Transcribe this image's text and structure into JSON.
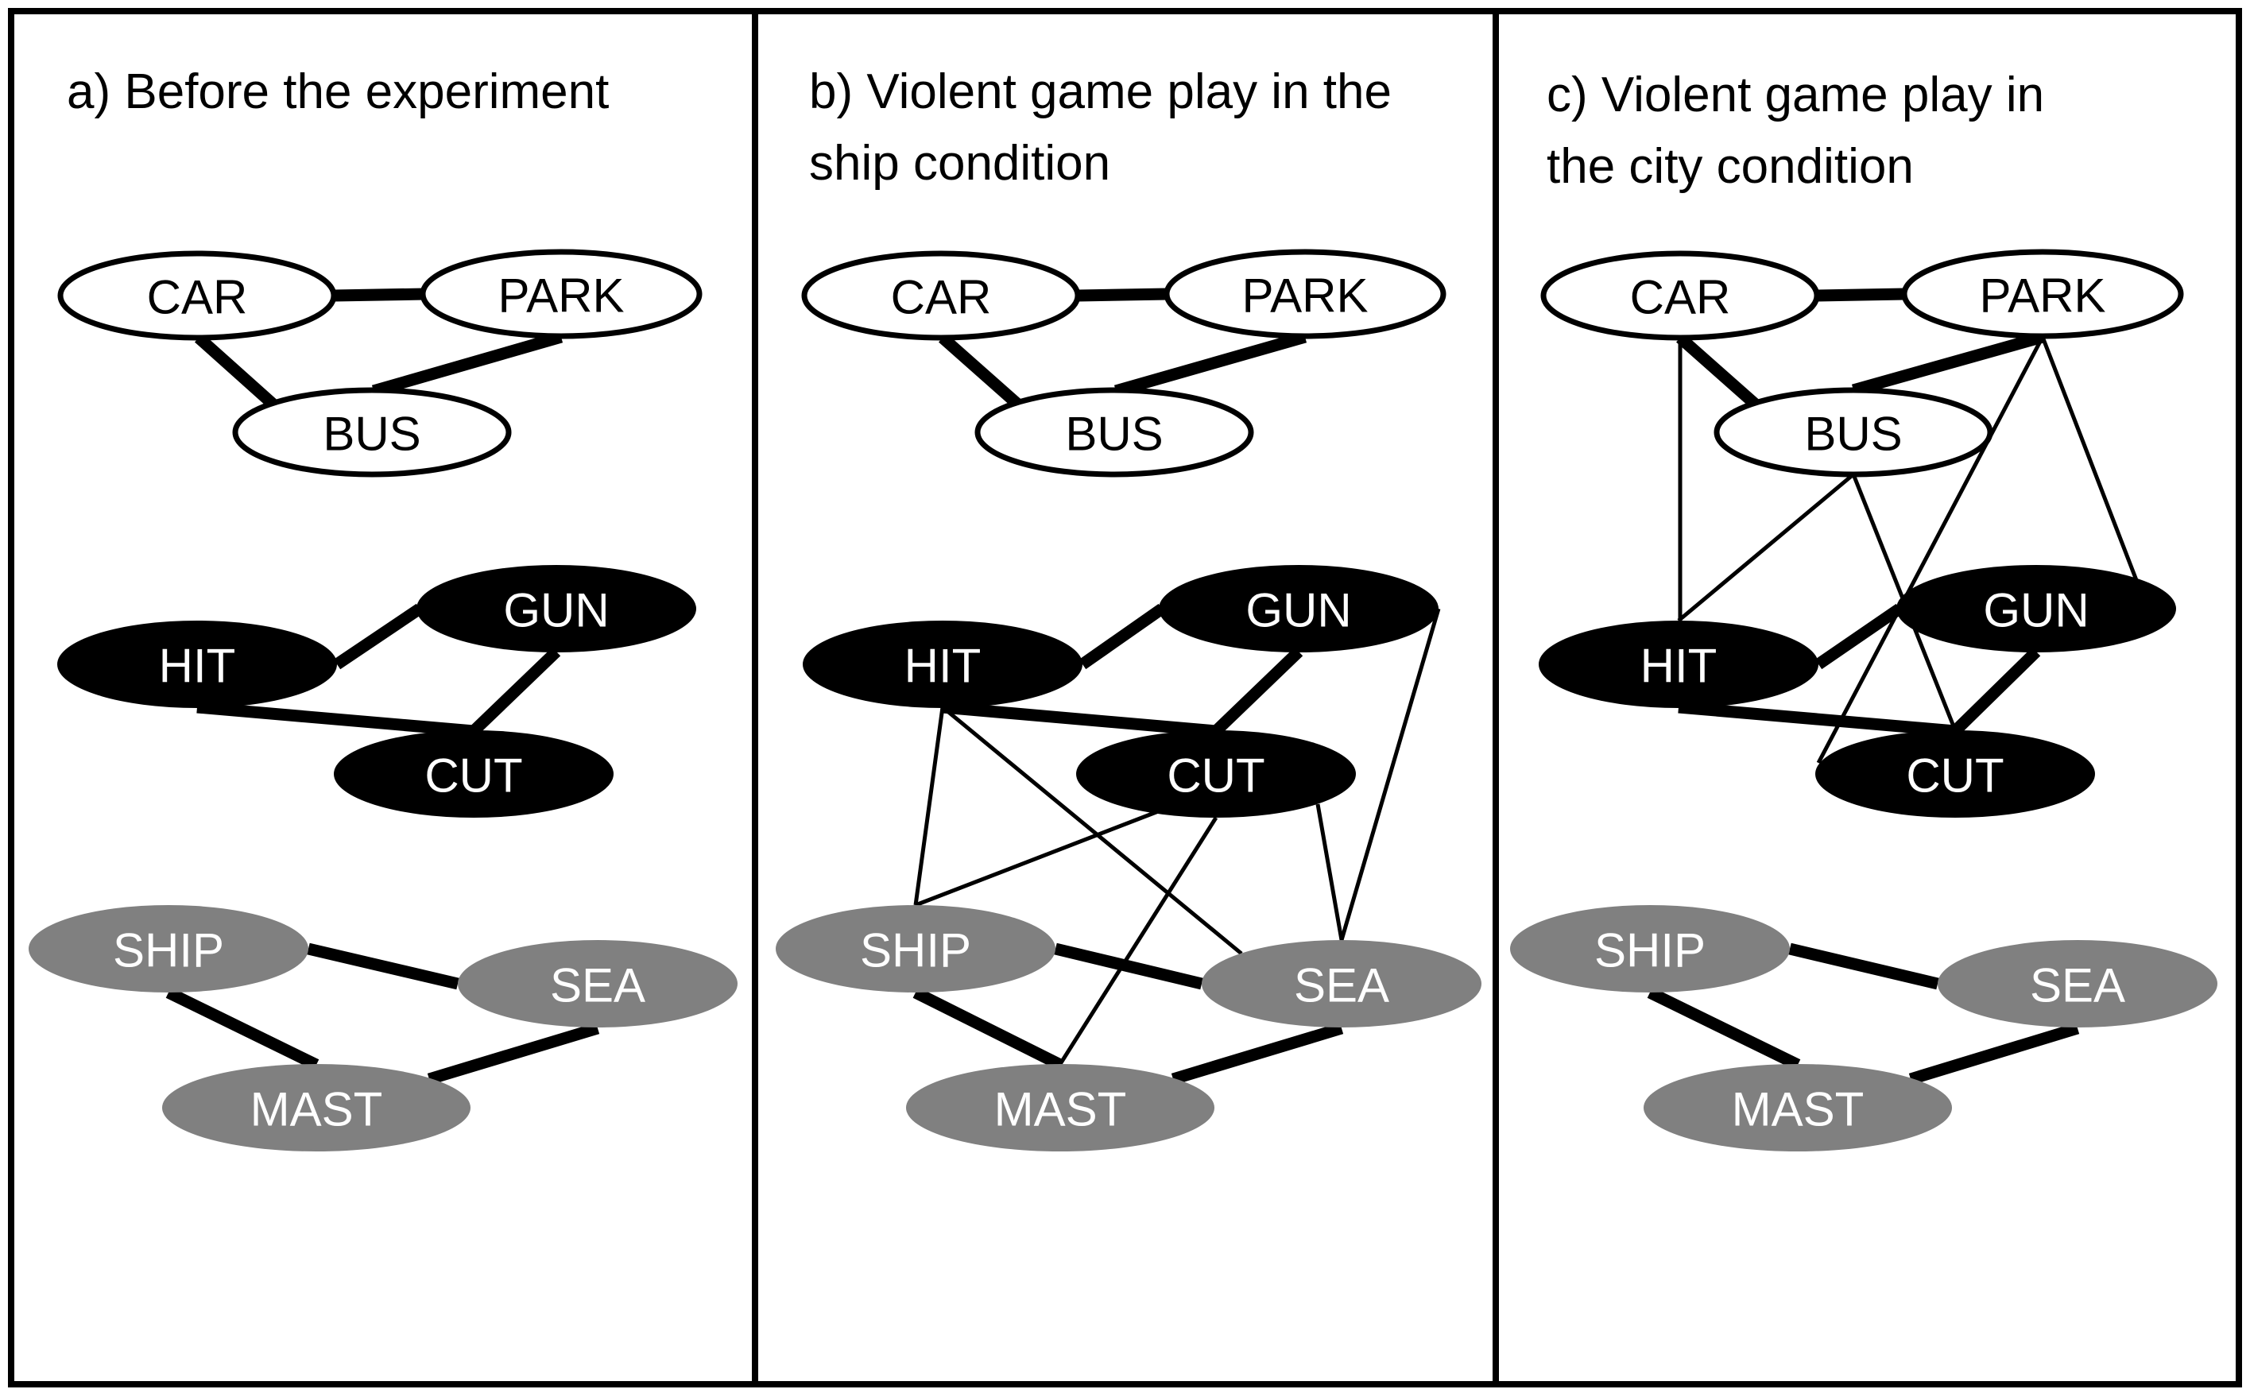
{
  "panels": [
    {
      "id": "a",
      "title_lines": [
        "a) Before the experiment"
      ],
      "nodes": [
        {
          "id": "CAR",
          "label": "CAR",
          "group": "neutral"
        },
        {
          "id": "PARK",
          "label": "PARK",
          "group": "neutral"
        },
        {
          "id": "BUS",
          "label": "BUS",
          "group": "neutral"
        },
        {
          "id": "HIT",
          "label": "HIT",
          "group": "violent"
        },
        {
          "id": "GUN",
          "label": "GUN",
          "group": "violent"
        },
        {
          "id": "CUT",
          "label": "CUT",
          "group": "violent"
        },
        {
          "id": "SHIP",
          "label": "SHIP",
          "group": "ship"
        },
        {
          "id": "SEA",
          "label": "SEA",
          "group": "ship"
        },
        {
          "id": "MAST",
          "label": "MAST",
          "group": "ship"
        }
      ],
      "edges": [
        {
          "from": "CAR",
          "to": "PARK",
          "strength": "strong"
        },
        {
          "from": "CAR",
          "to": "BUS",
          "strength": "strong"
        },
        {
          "from": "PARK",
          "to": "BUS",
          "strength": "strong"
        },
        {
          "from": "HIT",
          "to": "GUN",
          "strength": "strong"
        },
        {
          "from": "HIT",
          "to": "CUT",
          "strength": "strong"
        },
        {
          "from": "GUN",
          "to": "CUT",
          "strength": "strong"
        },
        {
          "from": "SHIP",
          "to": "SEA",
          "strength": "strong"
        },
        {
          "from": "SHIP",
          "to": "MAST",
          "strength": "strong"
        },
        {
          "from": "SEA",
          "to": "MAST",
          "strength": "strong"
        }
      ]
    },
    {
      "id": "b",
      "title_lines": [
        "b) Violent game play in the",
        "ship condition"
      ],
      "nodes": [
        {
          "id": "CAR",
          "label": "CAR",
          "group": "neutral"
        },
        {
          "id": "PARK",
          "label": "PARK",
          "group": "neutral"
        },
        {
          "id": "BUS",
          "label": "BUS",
          "group": "neutral"
        },
        {
          "id": "HIT",
          "label": "HIT",
          "group": "violent"
        },
        {
          "id": "GUN",
          "label": "GUN",
          "group": "violent"
        },
        {
          "id": "CUT",
          "label": "CUT",
          "group": "violent"
        },
        {
          "id": "SHIP",
          "label": "SHIP",
          "group": "ship"
        },
        {
          "id": "SEA",
          "label": "SEA",
          "group": "ship"
        },
        {
          "id": "MAST",
          "label": "MAST",
          "group": "ship"
        }
      ],
      "edges": [
        {
          "from": "CAR",
          "to": "PARK",
          "strength": "strong"
        },
        {
          "from": "CAR",
          "to": "BUS",
          "strength": "strong"
        },
        {
          "from": "PARK",
          "to": "BUS",
          "strength": "strong"
        },
        {
          "from": "HIT",
          "to": "GUN",
          "strength": "strong"
        },
        {
          "from": "HIT",
          "to": "CUT",
          "strength": "strong"
        },
        {
          "from": "GUN",
          "to": "CUT",
          "strength": "strong"
        },
        {
          "from": "SHIP",
          "to": "SEA",
          "strength": "strong"
        },
        {
          "from": "SHIP",
          "to": "MAST",
          "strength": "strong"
        },
        {
          "from": "SEA",
          "to": "MAST",
          "strength": "strong"
        },
        {
          "from": "HIT",
          "to": "SHIP",
          "strength": "weak"
        },
        {
          "from": "HIT",
          "to": "SEA",
          "strength": "weak"
        },
        {
          "from": "CUT",
          "to": "SHIP",
          "strength": "weak"
        },
        {
          "from": "CUT",
          "to": "MAST",
          "strength": "weak"
        },
        {
          "from": "CUT",
          "to": "SEA",
          "strength": "weak"
        },
        {
          "from": "GUN",
          "to": "SEA",
          "strength": "weak"
        }
      ]
    },
    {
      "id": "c",
      "title_lines": [
        "c) Violent game play in",
        "the city condition"
      ],
      "nodes": [
        {
          "id": "CAR",
          "label": "CAR",
          "group": "neutral"
        },
        {
          "id": "PARK",
          "label": "PARK",
          "group": "neutral"
        },
        {
          "id": "BUS",
          "label": "BUS",
          "group": "neutral"
        },
        {
          "id": "HIT",
          "label": "HIT",
          "group": "violent"
        },
        {
          "id": "GUN",
          "label": "GUN",
          "group": "violent"
        },
        {
          "id": "CUT",
          "label": "CUT",
          "group": "violent"
        },
        {
          "id": "SHIP",
          "label": "SHIP",
          "group": "ship"
        },
        {
          "id": "SEA",
          "label": "SEA",
          "group": "ship"
        },
        {
          "id": "MAST",
          "label": "MAST",
          "group": "ship"
        }
      ],
      "edges": [
        {
          "from": "CAR",
          "to": "PARK",
          "strength": "strong"
        },
        {
          "from": "CAR",
          "to": "BUS",
          "strength": "strong"
        },
        {
          "from": "PARK",
          "to": "BUS",
          "strength": "strong"
        },
        {
          "from": "HIT",
          "to": "GUN",
          "strength": "strong"
        },
        {
          "from": "HIT",
          "to": "CUT",
          "strength": "strong"
        },
        {
          "from": "GUN",
          "to": "CUT",
          "strength": "strong"
        },
        {
          "from": "SHIP",
          "to": "SEA",
          "strength": "strong"
        },
        {
          "from": "SHIP",
          "to": "MAST",
          "strength": "strong"
        },
        {
          "from": "SEA",
          "to": "MAST",
          "strength": "strong"
        },
        {
          "from": "CAR",
          "to": "HIT",
          "strength": "weak"
        },
        {
          "from": "BUS",
          "to": "HIT",
          "strength": "weak"
        },
        {
          "from": "BUS",
          "to": "CUT",
          "strength": "weak"
        },
        {
          "from": "PARK",
          "to": "GUN",
          "strength": "weak"
        },
        {
          "from": "PARK",
          "to": "CUT",
          "strength": "weak"
        }
      ]
    }
  ],
  "colors": {
    "neutral_fill": "#ffffff",
    "neutral_text": "#000000",
    "violent_fill": "#000000",
    "violent_text": "#ffffff",
    "ship_fill": "#808080",
    "ship_text": "#ffffff",
    "stroke": "#000000"
  }
}
